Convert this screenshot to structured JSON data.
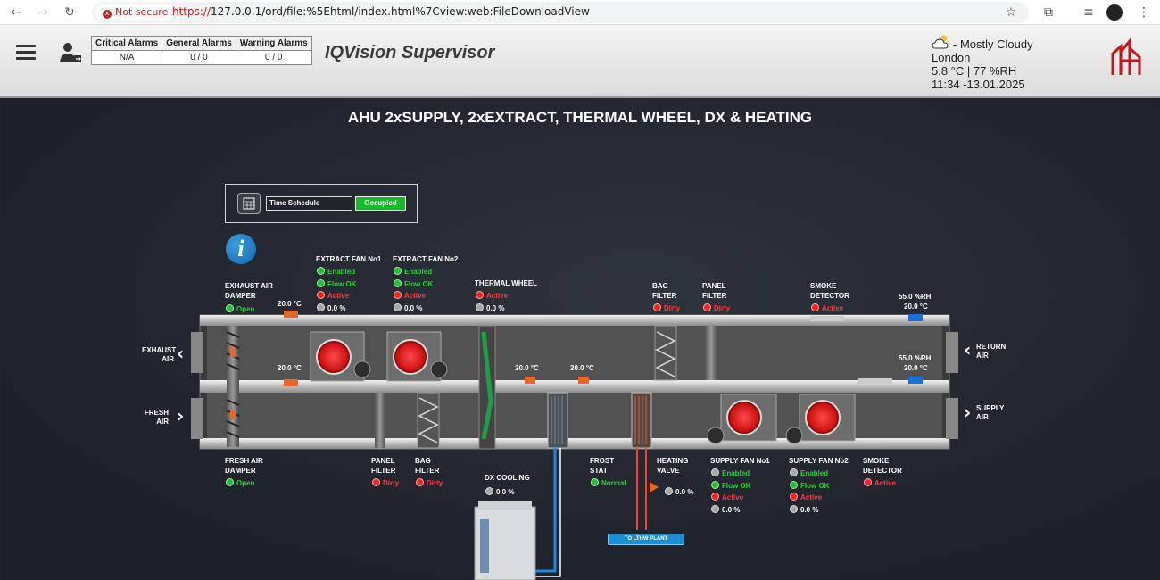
{
  "browser": {
    "not_secure": "Not secure",
    "url_scheme": "https://",
    "url_rest": "127.0.0.1/ord/file:%5Ehtml/index.html%7Cview:web:FileDownloadView"
  },
  "header": {
    "app_title": "IQVision Supervisor",
    "alarms": {
      "headers": [
        "Critical Alarms",
        "General Alarms",
        "Warning Alarms"
      ],
      "values": [
        "N/A",
        "0 / 0",
        "0 / 0"
      ]
    },
    "weather": {
      "condition": "- Mostly Cloudy",
      "city": "London",
      "temp_rh": "5.8 °C | 77 %RH",
      "datetime": "11:34 -13.01.2025"
    }
  },
  "main": {
    "title": "AHU 2xSUPPLY, 2xEXTRACT, THERMAL WHEEL, DX & HEATING",
    "schedule": {
      "field": "Time Schedule",
      "state": "Occupied"
    },
    "exhaust_damper": {
      "label1": "EXHAUST AIR",
      "label2": "DAMPER",
      "status": "Open"
    },
    "extract_fan1": {
      "label": "EXTRACT FAN No1",
      "s1": "Enabled",
      "s2": "Flow OK",
      "s3": "Active",
      "value": "0.0 %"
    },
    "extract_fan2": {
      "label": "EXTRACT FAN No2",
      "s1": "Enabled",
      "s2": "Flow OK",
      "s3": "Active",
      "value": "0.0 %"
    },
    "thermal_wheel": {
      "label": "THERMAL WHEEL",
      "status": "Active",
      "value": "0.0 %"
    },
    "bag_filter_top": {
      "label1": "BAG",
      "label2": "FILTER",
      "status": "Dirty"
    },
    "panel_filter_top": {
      "label1": "PANEL",
      "label2": "FILTER",
      "status": "Dirty"
    },
    "smoke_top": {
      "label1": "SMOKE",
      "label2": "DETECTOR",
      "status": "Active"
    },
    "return_rh": "55.0 %RH",
    "return_temp": "20.0 °C",
    "supply_rh": "55.0 %RH",
    "supply_temp": "20.0 °C",
    "temp_exhaust": "20.0 °C",
    "temp_fresh": "20.0 °C",
    "temp_mid1": "20.0 °C",
    "temp_mid2": "20.0 °C",
    "exhaust_air": {
      "l1": "EXHAUST",
      "l2": "AIR"
    },
    "fresh_air": {
      "l1": "FRESH",
      "l2": "AIR"
    },
    "return_air": {
      "l1": "RETURN",
      "l2": "AIR"
    },
    "supply_air": {
      "l1": "SUPPLY",
      "l2": "AIR"
    },
    "fresh_damper": {
      "label1": "FRESH AIR",
      "label2": "DAMPER",
      "status": "Open"
    },
    "panel_filter_bottom": {
      "label1": "PANEL",
      "label2": "FILTER",
      "status": "Dirty"
    },
    "bag_filter_bottom": {
      "label1": "BAG",
      "label2": "FILTER",
      "status": "Dirty"
    },
    "dx_cooling": {
      "label": "DX COOLING",
      "value": "0.0 %"
    },
    "frost_stat": {
      "label1": "FROST",
      "label2": "STAT",
      "status": "Normal"
    },
    "heating_valve": {
      "label1": "HEATING",
      "label2": "VALVE",
      "value": "0.0 %"
    },
    "lthw_plant": "TO LTHW PLANT",
    "supply_fan1": {
      "label": "SUPPLY FAN No1",
      "s1": "Enabled",
      "s2": "Flow OK",
      "s3": "Active",
      "value": "0.0 %"
    },
    "supply_fan2": {
      "label": "SUPPLY FAN No2",
      "s1": "Enabled",
      "s2": "Flow OK",
      "s3": "Active",
      "value": "0.0 %"
    },
    "smoke_bottom": {
      "label1": "SMOKE",
      "label2": "DETECTOR",
      "status": "Active"
    }
  }
}
